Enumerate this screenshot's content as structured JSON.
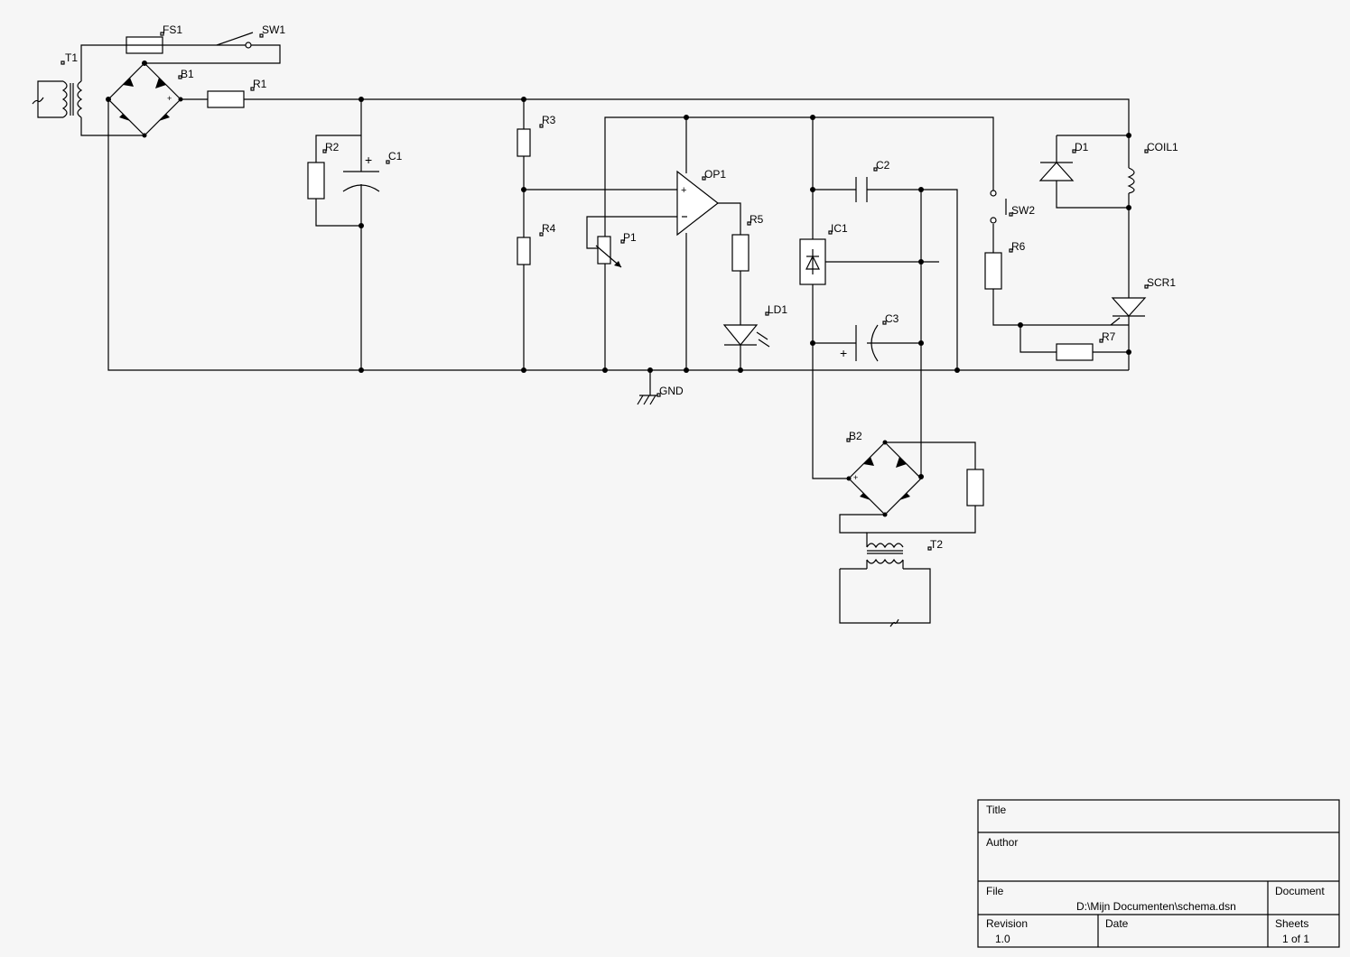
{
  "components": {
    "T1": "T1",
    "FS1": "FS1",
    "SW1": "SW1",
    "B1": "B1",
    "R1": "R1",
    "R2": "R2",
    "C1": "C1",
    "R3": "R3",
    "R4": "R4",
    "OP1": "OP1",
    "P1": "P1",
    "R5": "R5",
    "LD1": "LD1",
    "GND": "GND",
    "C2": "C2",
    "IC1": "IC1",
    "C3": "C3",
    "SW2": "SW2",
    "R6": "R6",
    "D1": "D1",
    "COIL1": "COIL1",
    "SCR1": "SCR1",
    "R7": "R7",
    "B2": "B2",
    "T2": "T2"
  },
  "title_block": {
    "title_label": "Title",
    "title_value": "",
    "author_label": "Author",
    "author_value": "",
    "file_label": "File",
    "file_value": "D:\\Mijn Documenten\\schema.dsn",
    "document_label": "Document",
    "revision_label": "Revision",
    "revision_value": "1.0",
    "date_label": "Date",
    "sheets_label": "Sheets",
    "sheets_value": "1 of 1"
  }
}
